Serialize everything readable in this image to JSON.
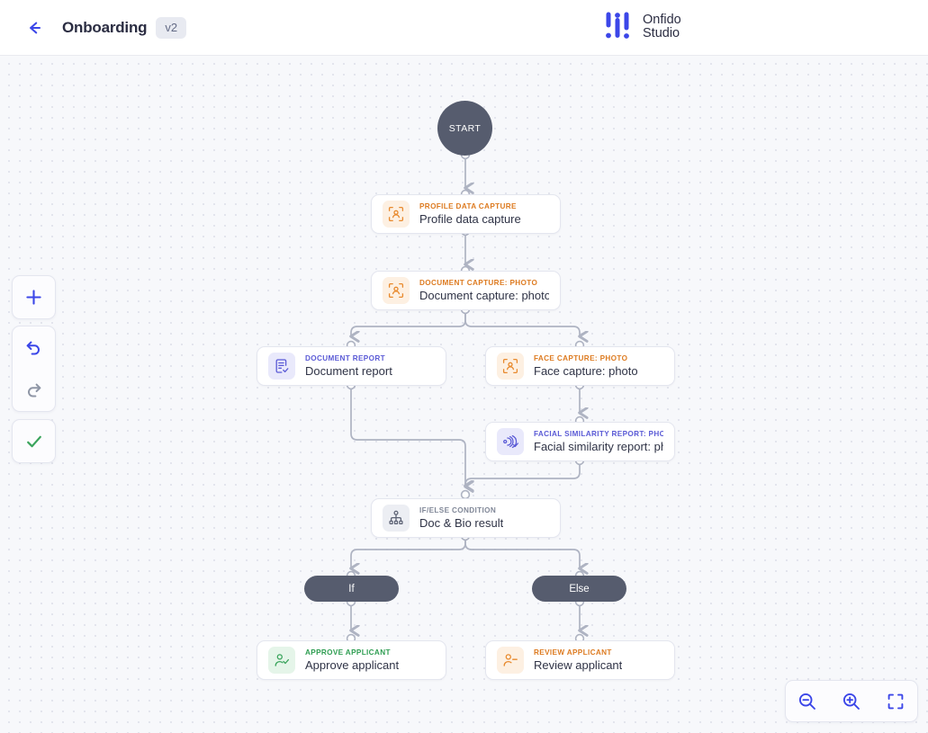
{
  "header": {
    "back_icon": "arrow-left-icon",
    "title": "Onboarding",
    "version": "v2",
    "brand_line1": "Onfido",
    "brand_line2": "Studio",
    "accent": "#3b46e8"
  },
  "toolbar": {
    "add_icon": "plus-icon",
    "undo_icon": "undo-icon",
    "redo_icon": "redo-icon",
    "validate_icon": "check-icon"
  },
  "zoom_controls": {
    "zoom_out_icon": "zoom-out-icon",
    "zoom_in_icon": "zoom-in-icon",
    "fit_screen_icon": "fit-screen-icon"
  },
  "flow": {
    "start_label": "START",
    "branch_if_label": "If",
    "branch_else_label": "Else",
    "nodes": [
      {
        "kicker": "PROFILE DATA CAPTURE",
        "title": "Profile data capture",
        "accent": "orange",
        "icon": "face-scan-icon"
      },
      {
        "kicker": "DOCUMENT CAPTURE: PHOTO",
        "title": "Document capture: photo",
        "accent": "orange",
        "icon": "face-scan-icon"
      },
      {
        "kicker": "DOCUMENT REPORT",
        "title": "Document report",
        "accent": "indigo",
        "icon": "document-check-icon"
      },
      {
        "kicker": "FACE CAPTURE: PHOTO",
        "title": "Face capture: photo",
        "accent": "orange",
        "icon": "face-scan-icon"
      },
      {
        "kicker": "FACIAL SIMILARITY REPORT: PHOTO",
        "title": "Facial similarity report: photo",
        "accent": "indigo",
        "icon": "face-similarity-icon"
      },
      {
        "kicker": "IF/ELSE CONDITION",
        "title": "Doc & Bio result",
        "accent": "gray",
        "icon": "branch-icon"
      },
      {
        "kicker": "APPROVE APPLICANT",
        "title": "Approve applicant",
        "accent": "green",
        "icon": "user-check-icon"
      },
      {
        "kicker": "REVIEW APPLICANT",
        "title": "Review applicant",
        "accent": "orange",
        "icon": "user-minus-icon"
      }
    ]
  },
  "colors": {
    "accent_blue": "#3b46e8",
    "orange": "#dd7b21",
    "indigo": "#5b5bd6",
    "green": "#2f9e52",
    "gray_node": "#565c6e",
    "connector": "#aeb3c2"
  }
}
